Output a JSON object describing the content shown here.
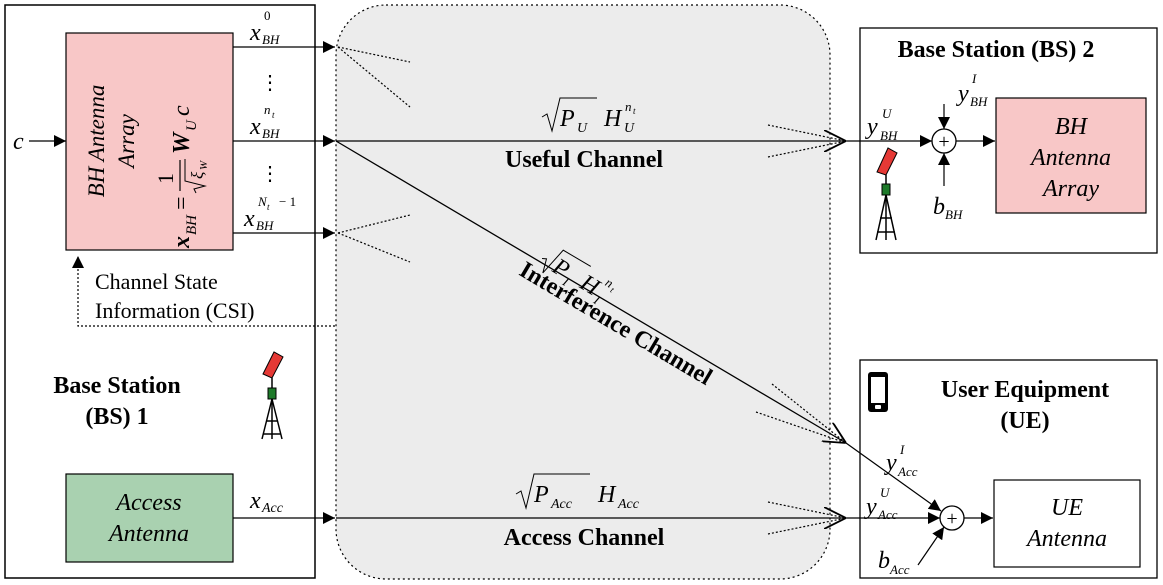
{
  "colors": {
    "bh_array_fill": "#f8c7c7",
    "access_fill": "#a9d1b0",
    "channel_cloud_fill": "#ececec",
    "line": "#000000",
    "tower_red": "#e53935",
    "tower_green": "#1e7a2a"
  },
  "icons": [
    "antenna-tower-icon",
    "smartphone-icon",
    "summing-junction-icon"
  ],
  "bs1": {
    "title_line1": "Base Station",
    "title_line2": "(BS) 1",
    "bh_array_line1": "BH Antenna",
    "bh_array_line2": "Array",
    "precoder_lhs": "x",
    "precoder_lhs_sub": "BH",
    "precoder_eq": "=",
    "precoder_num": "1",
    "precoder_den": "ξ",
    "precoder_den_sub": "W",
    "precoder_w": "W",
    "precoder_w_sub": "U",
    "precoder_c": "c",
    "input": "c",
    "outputs": [
      {
        "sym": "x",
        "sub": "BH",
        "sup": "0"
      },
      {
        "sym": "x",
        "sub": "BH",
        "sup": "n",
        "sup_sub": "t"
      },
      {
        "sym": "x",
        "sub": "BH",
        "sup": "N",
        "sup_sub": "t",
        "sup_tail": "− 1"
      }
    ],
    "dots": "⋮",
    "csi_line1": "Channel State",
    "csi_line2": "Information (CSI)",
    "access_line1": "Access",
    "access_line2": "Antenna",
    "access_out": "x",
    "access_out_sub": "Acc"
  },
  "channels": {
    "useful_label": "Useful Channel",
    "useful_P": "P",
    "useful_P_sub": "U",
    "useful_H": "H",
    "useful_H_sub": "U",
    "useful_H_sup": "n",
    "useful_H_sup_sub": "t",
    "interference_label": "Interference Channel",
    "interf_P": "P",
    "interf_P_sub": "I",
    "interf_H": "H",
    "interf_H_sub": "I",
    "interf_H_sup": "n",
    "interf_H_sup_sub": "t",
    "access_label": "Access Channel",
    "access_P": "P",
    "access_P_sub": "Acc",
    "access_H": "H",
    "access_H_sub": "Acc"
  },
  "bs2": {
    "title": "Base Station (BS) 2",
    "in_U": "y",
    "in_U_sub": "BH",
    "in_U_sup": "U",
    "in_I": "y",
    "in_I_sub": "BH",
    "in_I_sup": "I",
    "noise": "b",
    "noise_sub": "BH",
    "sum": "+",
    "array_line1": "BH",
    "array_line2": "Antenna",
    "array_line3": "Array"
  },
  "ue": {
    "title_line1": "User Equipment",
    "title_line2": "(UE)",
    "in_I": "y",
    "in_I_sub": "Acc",
    "in_I_sup": "I",
    "in_U": "y",
    "in_U_sub": "Acc",
    "in_U_sup": "U",
    "noise": "b",
    "noise_sub": "Acc",
    "sum": "+",
    "ant_line1": "UE",
    "ant_line2": "Antenna"
  }
}
